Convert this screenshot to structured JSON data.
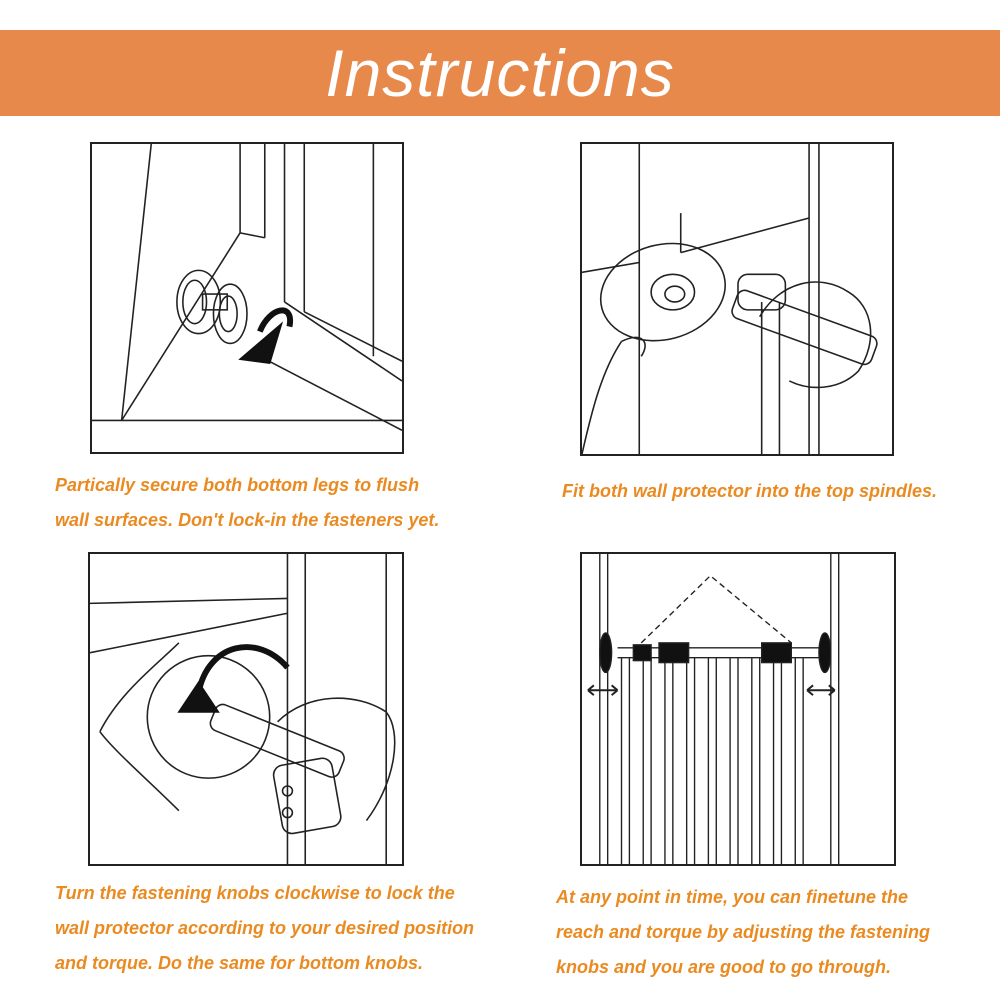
{
  "header": {
    "title": "Instructions",
    "banner_color": "#e8894c"
  },
  "caption_color": "#ea8b22",
  "steps": [
    {
      "illustration": "bottom-leg-knob-illustration",
      "lines": [
        "Partically secure both bottom legs to flush",
        "wall surfaces. Don't lock-in the fasteners yet."
      ]
    },
    {
      "illustration": "wall-protector-spindle-illustration",
      "lines": [
        "Fit both wall protector into the top spindles."
      ]
    },
    {
      "illustration": "turn-knob-clockwise-illustration",
      "lines": [
        "Turn the fastening knobs clockwise to lock the",
        "wall protector according to your desired position",
        "and torque. Do the same for bottom knobs."
      ]
    },
    {
      "illustration": "gate-adjustment-illustration",
      "lines": [
        "At any point in time, you can finetune the",
        "reach and torque by adjusting the fastening",
        "knobs and you are good to go through."
      ]
    }
  ]
}
